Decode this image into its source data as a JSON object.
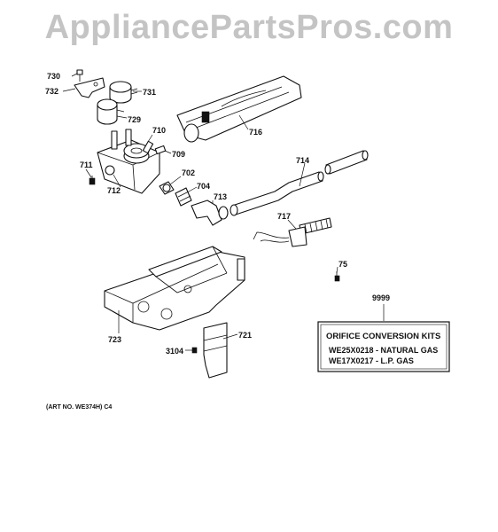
{
  "watermark": "AppliancePartsPros.com",
  "labels": {
    "p730": "730",
    "p732": "732",
    "p731": "731",
    "p729": "729",
    "p710": "710",
    "p716": "716",
    "p709": "709",
    "p711": "711",
    "p712": "712",
    "p702": "702",
    "p704": "704",
    "p713": "713",
    "p714": "714",
    "p717": "717",
    "p75": "75",
    "p9999": "9999",
    "p723": "723",
    "p721": "721",
    "p3104": "3104"
  },
  "kits": {
    "title": "ORIFICE CONVERSION KITS",
    "row1": "WE25X0218 - NATURAL GAS",
    "row2": "WE17X0217 - L.P. GAS"
  },
  "art_no": "(ART NO. WE374H) C4"
}
